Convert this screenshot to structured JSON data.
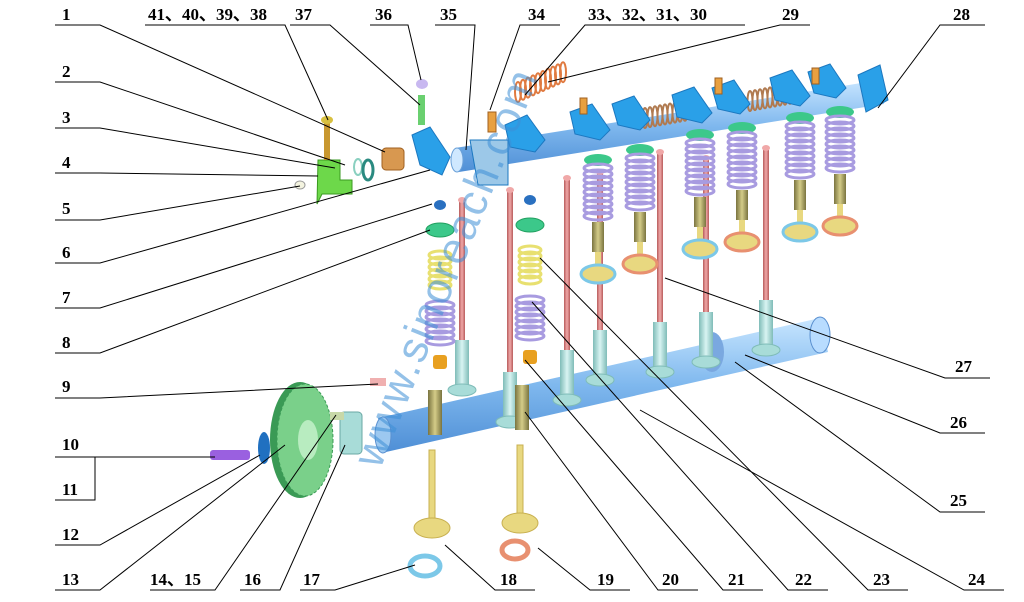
{
  "diagram": {
    "watermark": "www.sinoreach.com",
    "labels": {
      "l1": "1",
      "l2": "2",
      "l3": "3",
      "l4": "4",
      "l5": "5",
      "l6": "6",
      "l7": "7",
      "l8": "8",
      "l9": "9",
      "l10": "10",
      "l11": "11",
      "l12": "12",
      "l13": "13",
      "l14_15": "14、15",
      "l16": "16",
      "l17": "17",
      "l18": "18",
      "l19": "19",
      "l20": "20",
      "l21": "21",
      "l22": "22",
      "l23": "23",
      "l24": "24",
      "l25": "25",
      "l26": "26",
      "l27": "27",
      "l28": "28",
      "l29": "29",
      "l30_33": "33、32、31、30",
      "l34": "34",
      "l35": "35",
      "l36": "36",
      "l37": "37",
      "l38_41": "41、40、39、38"
    },
    "colors": {
      "shaft": "#8fc4f0",
      "rocker": "#2aa0e8",
      "pushrod": "#d98080",
      "tappet": "#a8dcd8",
      "spring_yellow": "#e8e070",
      "spring_purple": "#a89be0",
      "retainer": "#3cc88a",
      "valve": "#e8d880",
      "gear": "#5fc07a",
      "guide": "#a8a060",
      "ring_blue": "#7cc8e8",
      "ring_salmon": "#e89070"
    }
  }
}
